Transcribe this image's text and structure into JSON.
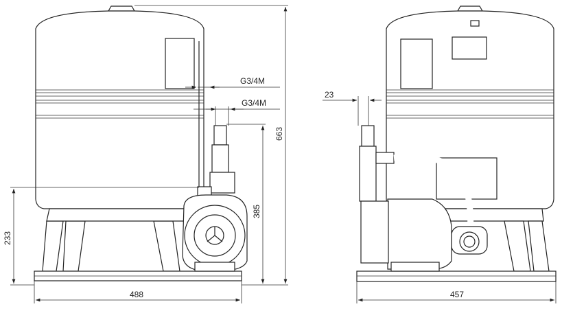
{
  "drawing": {
    "left_view": {
      "connection_upper": "G3/4M",
      "connection_lower": "G3/4M",
      "height_total": "663",
      "height_outlet": "385",
      "height_inlet": "233",
      "width": "488"
    },
    "right_view": {
      "offset": "23",
      "depth": "457"
    }
  }
}
